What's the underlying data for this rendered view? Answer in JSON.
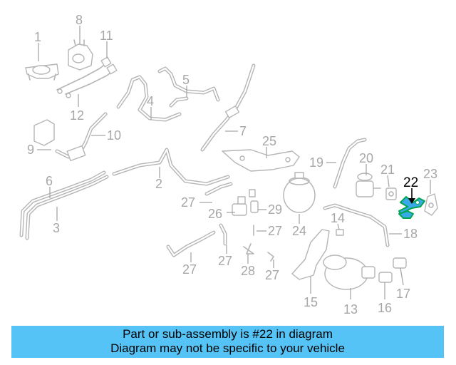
{
  "diagram": {
    "callouts": [
      {
        "id": "c1",
        "text": "1"
      },
      {
        "id": "c2",
        "text": "2"
      },
      {
        "id": "c3",
        "text": "3"
      },
      {
        "id": "c4",
        "text": "4"
      },
      {
        "id": "c5",
        "text": "5"
      },
      {
        "id": "c6",
        "text": "6"
      },
      {
        "id": "c7",
        "text": "7"
      },
      {
        "id": "c8",
        "text": "8"
      },
      {
        "id": "c9",
        "text": "9"
      },
      {
        "id": "c10",
        "text": "10"
      },
      {
        "id": "c11",
        "text": "11"
      },
      {
        "id": "c12",
        "text": "12"
      },
      {
        "id": "c13",
        "text": "13"
      },
      {
        "id": "c14",
        "text": "14"
      },
      {
        "id": "c15",
        "text": "15"
      },
      {
        "id": "c16",
        "text": "16"
      },
      {
        "id": "c17",
        "text": "17"
      },
      {
        "id": "c18",
        "text": "18"
      },
      {
        "id": "c19",
        "text": "19"
      },
      {
        "id": "c20",
        "text": "20"
      },
      {
        "id": "c21",
        "text": "21"
      },
      {
        "id": "c22",
        "text": "22"
      },
      {
        "id": "c23",
        "text": "23"
      },
      {
        "id": "c24",
        "text": "24"
      },
      {
        "id": "c25",
        "text": "25"
      },
      {
        "id": "c26",
        "text": "26"
      },
      {
        "id": "c27a",
        "text": "27"
      },
      {
        "id": "c27b",
        "text": "27"
      },
      {
        "id": "c27c",
        "text": "27"
      },
      {
        "id": "c27d",
        "text": "27"
      },
      {
        "id": "c27e",
        "text": "27"
      },
      {
        "id": "c28",
        "text": "28"
      },
      {
        "id": "c29",
        "text": "29"
      }
    ],
    "highlighted_part": "22",
    "colors": {
      "line_art": "#b5b5b5",
      "callout": "#a7a7a7",
      "highlight_fill": "#3aa9e8",
      "highlight_stroke": "#00a651",
      "banner": "#55c3f6"
    }
  },
  "banner": {
    "line1": "Part or sub-assembly is #22 in diagram",
    "line2": "Diagram may not be specific to your vehicle"
  }
}
